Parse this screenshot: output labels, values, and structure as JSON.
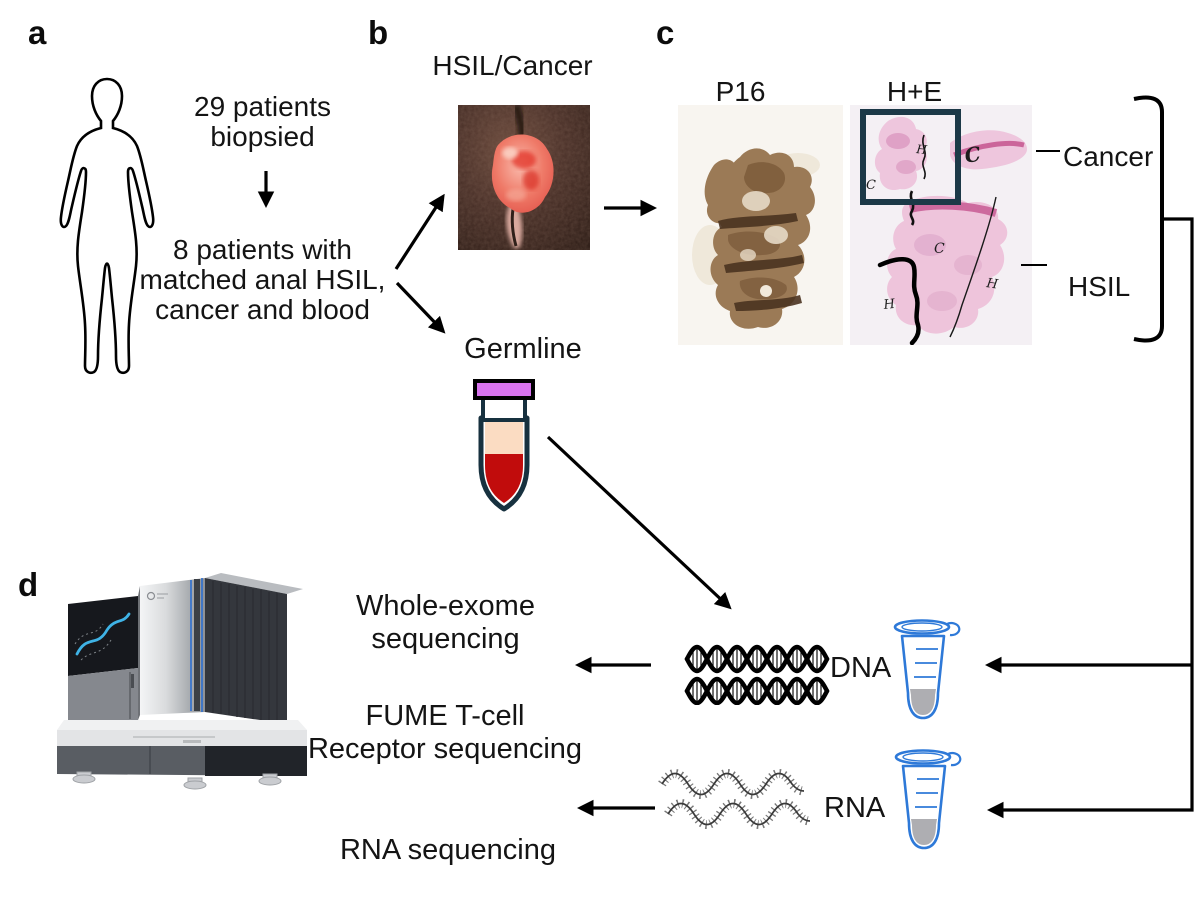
{
  "figure": {
    "panel_a": {
      "label": "a",
      "step1": "29 patients\nbiopsied",
      "step2": "8 patients with\nmatched anal HSIL,\ncancer and blood"
    },
    "panel_b": {
      "label": "b",
      "title": "HSIL/Cancer",
      "germline_label": "Germline"
    },
    "panel_c": {
      "label": "c",
      "stain_left": "P16",
      "stain_right": "H+E",
      "region_top": "Cancer",
      "region_bottom": "HSIL",
      "he_annotations": [
        "H",
        "C",
        "C",
        "C",
        "H",
        "H"
      ]
    },
    "panel_d": {
      "label": "d",
      "outputs": [
        "Whole-exome\nsequencing",
        "FUME T-cell\nReceptor sequencing",
        "RNA sequencing"
      ],
      "dna_label": "DNA",
      "rna_label": "RNA"
    }
  },
  "colors": {
    "text": "#111111",
    "tube_outline_navy": "#17313f",
    "cap_violet": "#d873ee",
    "serum_peach": "#fbdcc2",
    "blood_red": "#c10c0c",
    "microtube_blue": "#2e79d8",
    "microtube_content_gray": "#aeaeb2",
    "he_box_navy": "#1c3947",
    "screen_helix_blue": "#45b8e8"
  }
}
